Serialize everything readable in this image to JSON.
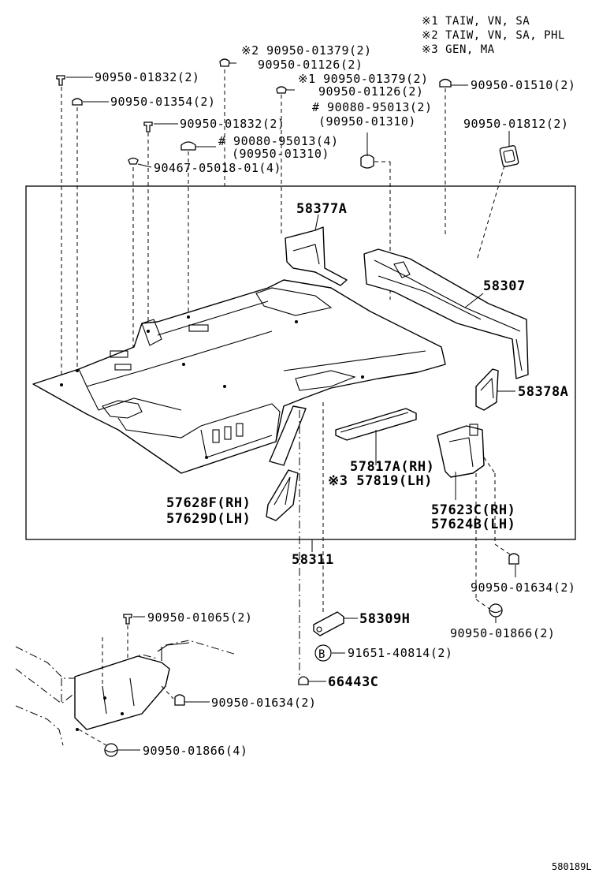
{
  "notes": {
    "n1": "※1 TAIW, VN, SA",
    "n2": "※2 TAIW, VN, SA, PHL",
    "n3": "※3 GEN, MA"
  },
  "callouts": {
    "c_90950_01379_a": "※2 90950-01379(2)",
    "c_90950_01126_a": "90950-01126(2)",
    "c_90950_01832_a": "90950-01832(2)",
    "c_90950_01354": "90950-01354(2)",
    "c_90950_01379_b": "※1 90950-01379(2)",
    "c_90950_01126_b": "90950-01126(2)",
    "c_90950_01510": "90950-01510(2)",
    "c_90080_95013_a": "# 90080-95013(2)",
    "c_90950_01310_a": "(90950-01310)",
    "c_90950_01832_b": "90950-01832(2)",
    "c_90950_01812": "90950-01812(2)",
    "c_90080_95013_b": "# 90080-95013(4)",
    "c_90950_01310_b": "(90950-01310)",
    "c_90467": "90467-05018-01(4)",
    "c_58377A": "58377A",
    "c_58307": "58307",
    "c_58378A": "58378A",
    "c_57817A": "57817A(RH)",
    "c_57819": "※3 57819(LH)",
    "c_57623C": "57623C(RH)",
    "c_57624B": "57624B(LH)",
    "c_57628F": "57628F(RH)",
    "c_57629D": "57629D(LH)",
    "c_58311": "58311",
    "c_90950_01634_a": "90950-01634(2)",
    "c_90950_01866_a": "90950-01866(2)",
    "c_90950_01065": "90950-01065(2)",
    "c_58309H": "58309H",
    "c_91651": "91651-40814(2)",
    "c_66443C": "66443C",
    "c_90950_01634_b": "90950-01634(2)",
    "c_90950_01866_b": "90950-01866(4)"
  },
  "badge_b": "B",
  "diagram_ref": "580189L"
}
